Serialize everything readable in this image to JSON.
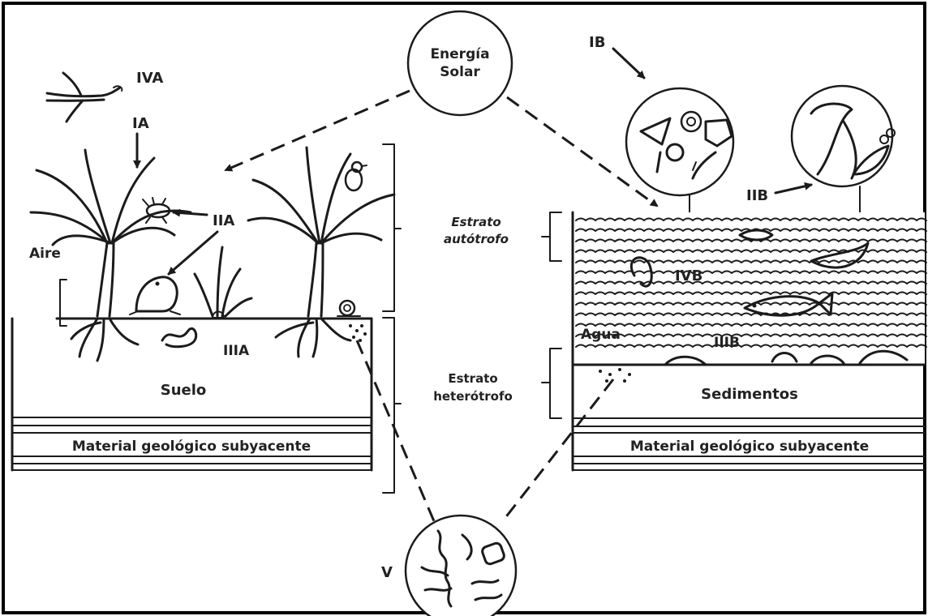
{
  "labels": {
    "sun_line1": "Energía",
    "sun_line2": "Solar",
    "iva": "IVA",
    "ia": "IA",
    "iia": "IIA",
    "iiia": "IIIA",
    "ib": "IB",
    "iib": "IIB",
    "ivb": "IVB",
    "iiib": "IIIB",
    "v": "V",
    "aire": "Aire",
    "suelo": "Suelo",
    "agua": "Agua",
    "sedimentos": "Sedimentos",
    "material_left": "Material geológico subyacente",
    "material_right": "Material geológico subyacente",
    "autotrofo_line1": "Estrato",
    "autotrofo_line2": "autótrofo",
    "heterotrofo_line1": "Estrato",
    "heterotrofo_line2": "heterótrofo"
  }
}
